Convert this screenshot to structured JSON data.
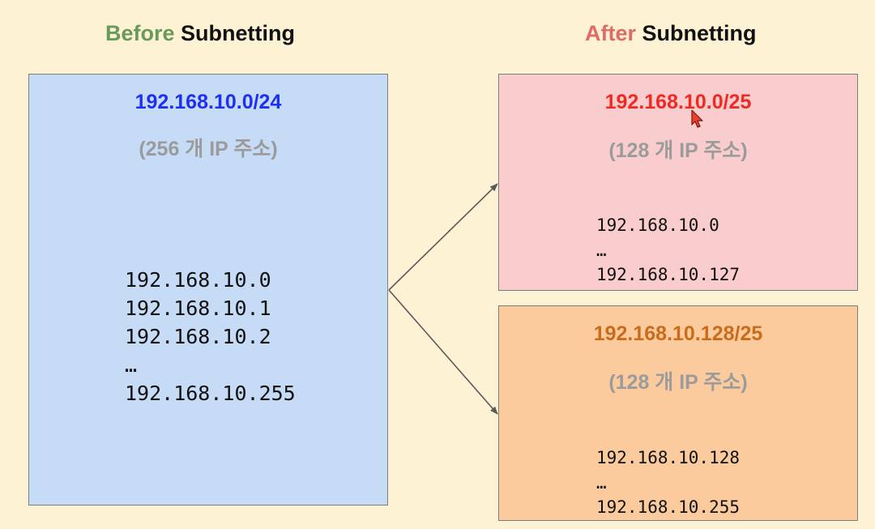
{
  "headings": {
    "before_accent": "Before",
    "before_rest": " Subnetting",
    "after_accent": "After",
    "after_rest": " Subnetting"
  },
  "before": {
    "cidr": "192.168.10.0/24",
    "count": "(256 개 IP 주소)",
    "addresses": [
      "192.168.10.0",
      "192.168.10.1",
      "192.168.10.2",
      "…",
      "192.168.10.255"
    ]
  },
  "after": [
    {
      "cidr": "192.168.10.0/25",
      "count": "(128 개 IP 주소)",
      "addresses": [
        "192.168.10.0",
        "…",
        "192.168.10.127"
      ]
    },
    {
      "cidr": "192.168.10.128/25",
      "count": "(128 개 IP 주소)",
      "addresses": [
        "192.168.10.128",
        "…",
        "192.168.10.255"
      ]
    }
  ],
  "colors": {
    "background": "#fdf2d3",
    "before_box": "#c6dbf6",
    "after_box_1": "#f9cccd",
    "after_box_2": "#fbcb9e",
    "before_cidr": "#1d2ff0",
    "after_cidr_1": "#ef2a22",
    "after_cidr_2": "#c96d1d",
    "before_accent": "#6a9a5a",
    "after_accent": "#e06a66"
  },
  "icons": {
    "pointer": "mouse-cursor-icon",
    "connectors": "arrow-icon"
  }
}
